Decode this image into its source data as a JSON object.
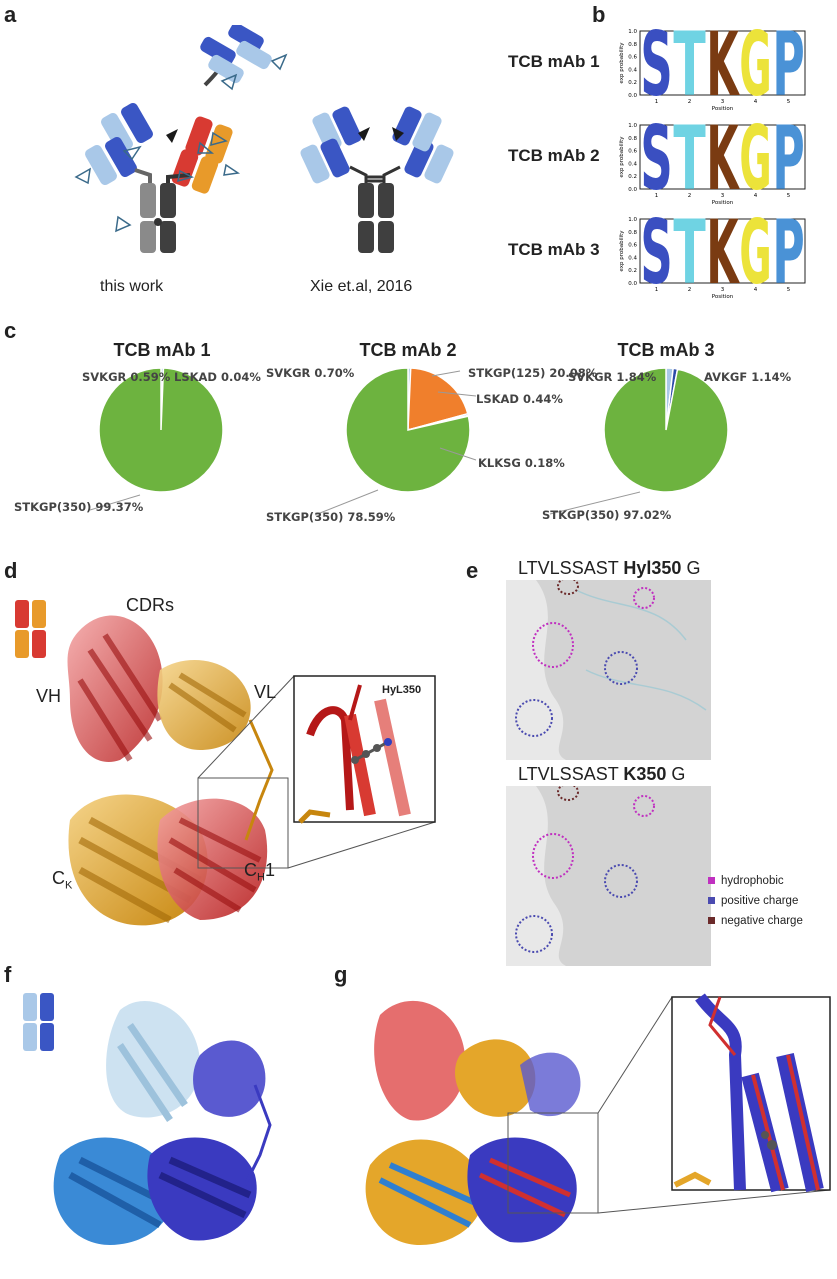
{
  "panels": {
    "a": "a",
    "b": "b",
    "c": "c",
    "d": "d",
    "e": "e",
    "f": "f",
    "g": "g"
  },
  "panel_a": {
    "left_caption": "this work",
    "right_caption": "Xie et.al, 2016"
  },
  "panel_b": {
    "logos": [
      {
        "row_label": "TCB mAb 1",
        "letters": [
          "S",
          "T",
          "K",
          "G",
          "P"
        ],
        "ylabel": "exp probability",
        "xlabel": "Position",
        "xticks": [
          "1",
          "2",
          "3",
          "4",
          "5"
        ],
        "yticks": [
          "0.0",
          "0.2",
          "0.4",
          "0.6",
          "0.8",
          "1.0"
        ]
      },
      {
        "row_label": "TCB mAb 2",
        "letters": [
          "S",
          "T",
          "K",
          "G",
          "P"
        ],
        "ylabel": "exp probability",
        "xlabel": "Position",
        "xticks": [
          "1",
          "2",
          "3",
          "4",
          "5"
        ],
        "yticks": [
          "0.0",
          "0.2",
          "0.4",
          "0.6",
          "0.8",
          "1.0"
        ]
      },
      {
        "row_label": "TCB mAb 3",
        "letters": [
          "S",
          "T",
          "K",
          "G",
          "P"
        ],
        "ylabel": "exp probability",
        "xlabel": "Position",
        "xticks": [
          "1",
          "2",
          "3",
          "4",
          "5"
        ],
        "yticks": [
          "0.0",
          "0.2",
          "0.4",
          "0.6",
          "0.8",
          "1.0"
        ]
      }
    ],
    "letter_colors": {
      "S": "#3a4fc1",
      "T": "#6fd3e3",
      "K": "#7a3b12",
      "G": "#ece33a",
      "P": "#4a92d6"
    }
  },
  "chart_data": [
    {
      "type": "pie",
      "title": "TCB mAb 1",
      "slices": [
        {
          "label": "STKGP(350)",
          "value": 99.37,
          "text": "STKGP(350) 99.37%",
          "color": "#6db33f"
        },
        {
          "label": "SVKGR",
          "value": 0.59,
          "text": "SVKGR 0.59%",
          "color": "#a9c8e8"
        },
        {
          "label": "LSKAD",
          "value": 0.04,
          "text": "LSKAD 0.04%",
          "color": "#2c4aa8"
        }
      ]
    },
    {
      "type": "pie",
      "title": "TCB mAb 2",
      "slices": [
        {
          "label": "STKGP(350)",
          "value": 78.59,
          "text": "STKGP(350) 78.59%",
          "color": "#6db33f"
        },
        {
          "label": "SVKGR",
          "value": 0.7,
          "text": "SVKGR 0.70%",
          "color": "#a9c8e8"
        },
        {
          "label": "STKGP(125)",
          "value": 20.08,
          "text": "STKGP(125) 20.08%",
          "color": "#f07f2c"
        },
        {
          "label": "LSKAD",
          "value": 0.44,
          "text": "LSKAD 0.44%",
          "color": "#2c4aa8"
        },
        {
          "label": "KLKSG",
          "value": 0.18,
          "text": "KLKSG 0.18%",
          "color": "#888888"
        }
      ]
    },
    {
      "type": "pie",
      "title": "TCB mAb 3",
      "slices": [
        {
          "label": "STKGP(350)",
          "value": 97.02,
          "text": "STKGP(350) 97.02%",
          "color": "#6db33f"
        },
        {
          "label": "SVKGR",
          "value": 1.84,
          "text": "SVKGR 1.84%",
          "color": "#a9c8e8"
        },
        {
          "label": "AVKGF",
          "value": 1.14,
          "text": "AVKGF 1.14%",
          "color": "#2c4aa8"
        }
      ]
    }
  ],
  "panel_d": {
    "cdrs": "CDRs",
    "vh": "VH",
    "vl": "VL",
    "ck": "C",
    "ck_sub": "K",
    "ch1": "C",
    "ch1_sub": "H",
    "ch1_suffix": "1",
    "inset_label": "HyL350"
  },
  "panel_e": {
    "top_seq_pre": "LTVLSSAST ",
    "top_seq_bold": "Hyl350",
    "top_seq_post": " G",
    "bottom_seq_pre": "LTVLSSAST ",
    "bottom_seq_bold": "K350",
    "bottom_seq_post": " G",
    "legend": [
      {
        "label": "hydrophobic",
        "color": "#c030c0"
      },
      {
        "label": "positive charge",
        "color": "#4a4ab0"
      },
      {
        "label": "negative charge",
        "color": "#6b2a2a"
      }
    ]
  }
}
